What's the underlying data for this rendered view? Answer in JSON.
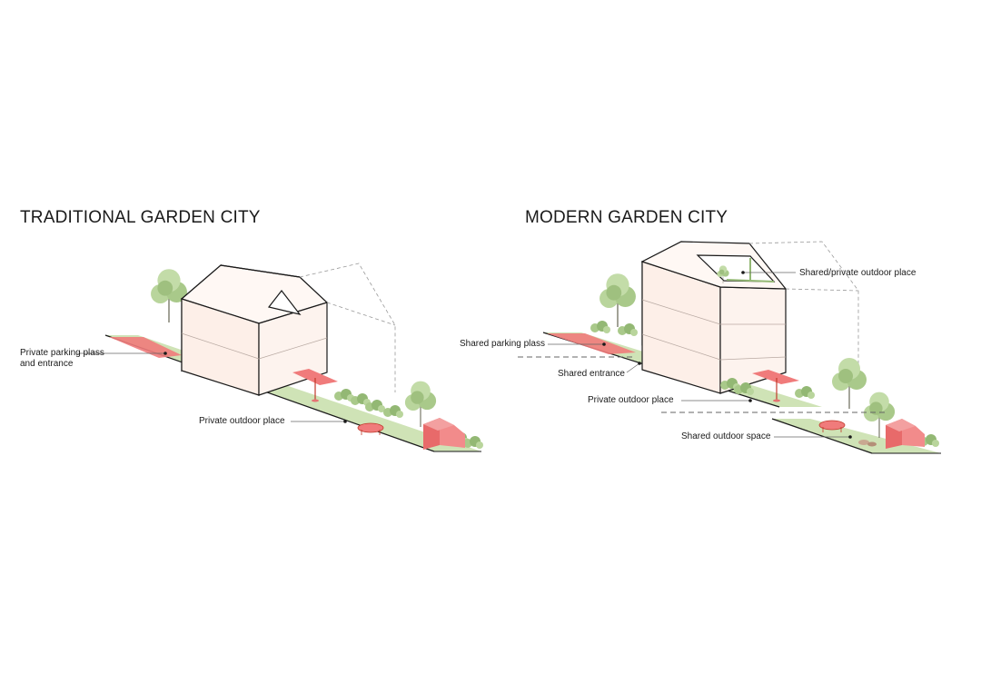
{
  "traditional": {
    "title": "TRADITIONAL GARDEN CITY",
    "labels": {
      "parking_line1": "Private parking plass",
      "parking_line2": "and entrance",
      "outdoor": "Private outdoor place"
    }
  },
  "modern": {
    "title": "MODERN GARDEN CITY",
    "labels": {
      "roof": "Shared/private outdoor place",
      "parking": "Shared parking plass",
      "entrance": "Shared entrance",
      "private_outdoor": "Private outdoor place",
      "shared_outdoor": "Shared outdoor space"
    }
  },
  "colors": {
    "grass": "#cfe3b6",
    "accent_red": "#f07b7b",
    "house_fill": "#fdf0ea",
    "tree_foliage": "#a9c98a"
  }
}
